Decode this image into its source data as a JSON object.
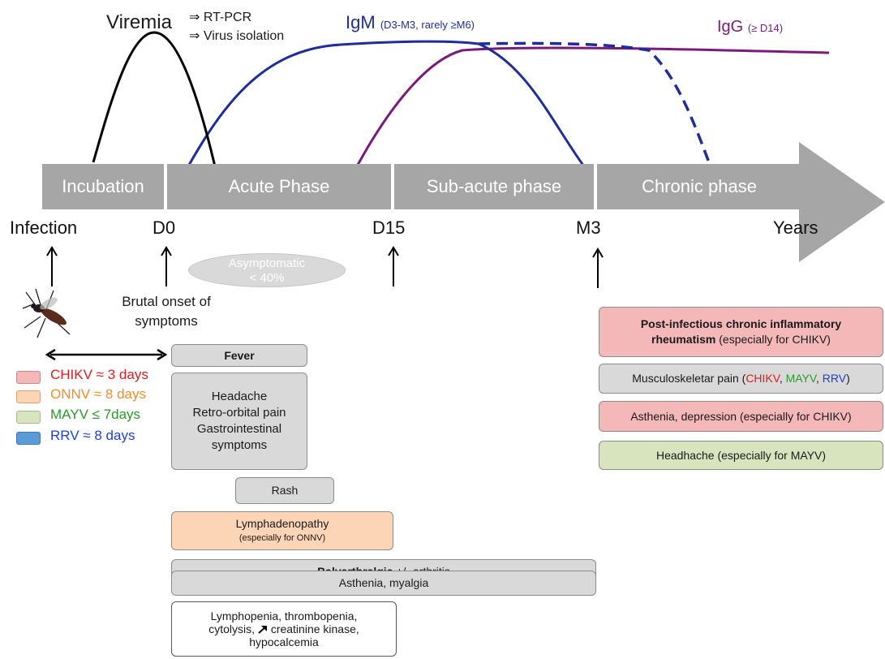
{
  "header": {
    "viremia": "Viremia",
    "viremia_methods": [
      "⇒ RT-PCR",
      "⇒ Virus isolation"
    ],
    "igm_label": "IgM",
    "igm_note": "(D3-M3, rarely ≥M6)",
    "igg_label": "IgG",
    "igg_note": "(≥ D14)"
  },
  "colors": {
    "viremia": "#000000",
    "igm": "#1f2d9a",
    "igg": "#7a1a7a",
    "phase_fill": "#a6a6a6",
    "chikv": "#e31a1c",
    "onnv": "#f28c28",
    "mayv": "#2a9a2a",
    "rrv": "#1f3fd0"
  },
  "phases": [
    "Incubation",
    "Acute Phase",
    "Sub-acute phase",
    "Chronic phase"
  ],
  "timeline": [
    "Infection",
    "D0",
    "D15",
    "M3",
    "Years"
  ],
  "asymptomatic": [
    "Asymptomatic",
    "< 40%"
  ],
  "onset": "Brutal onset of symptoms",
  "incubation": [
    {
      "text": "CHIKV ≈ 3 days",
      "swatch": "#f4b8b8",
      "color": "#e31a1c"
    },
    {
      "text": "ONNV ≈ 8 days",
      "swatch": "#fbd5b5",
      "color": "#f28c28"
    },
    {
      "text": "MAYV ≤ 7days",
      "swatch": "#d7e4bd",
      "color": "#2a9a2a"
    },
    {
      "text": "RRV ≈ 8 days",
      "swatch": "#5b9bd5",
      "color": "#1f3fd0"
    }
  ],
  "acute_boxes": {
    "fever": "Fever",
    "headache_group": [
      "Headache",
      "Retro-orbital pain",
      "Gastrointestinal",
      "symptoms"
    ],
    "rash": "Rash",
    "lymph_main": "Lymphadenopathy",
    "lymph_note": "(especially for ONNV)",
    "poly_bold": "Polyarthralgia",
    "poly_rest": " +/- arthritis",
    "asthenia": "Asthenia, myalgia",
    "lab": [
      "Lymphopenia, thrombopenia,",
      "cytolysis,",
      "creatinine kinase,",
      "hypocalcemia"
    ],
    "lab_arrow_icon": "up-right-arrow"
  },
  "chronic_boxes": {
    "rheum_bold": "Post-infectious chronic inflammatory rheumatism",
    "rheum_rest": " (especially for CHIKV)",
    "musc_pre": "Musculoskeletar pain (",
    "musc_chikv": "CHIKV",
    "musc_mayv": "MAYV",
    "musc_rrv": "RRV",
    "musc_post": ")",
    "asthenia": "Asthenia, depression (especially for CHIKV)",
    "headache": "Headhache (especially for MAYV)"
  }
}
